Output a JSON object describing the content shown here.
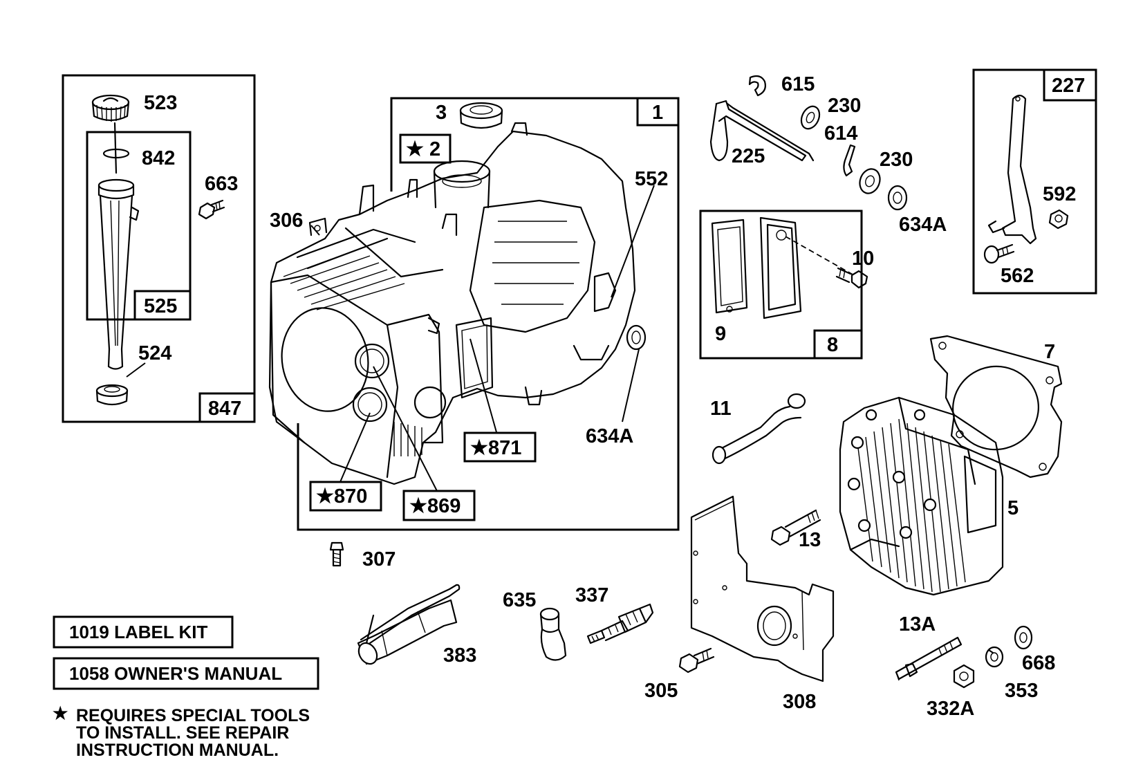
{
  "callouts": {
    "p523": "523",
    "p842": "842",
    "p663": "663",
    "p525": "525",
    "p524": "524",
    "p847": "847",
    "p1": "1",
    "p3": "3",
    "p2": "★ 2",
    "p306": "306",
    "p552": "552",
    "p634A_a": "634A",
    "p871": "★871",
    "p870": "★870",
    "p869": "★869",
    "p307": "307",
    "p615": "615",
    "p230_a": "230",
    "p614": "614",
    "p225": "225",
    "p230_b": "230",
    "p634A_b": "634A",
    "p227": "227",
    "p592": "592",
    "p562": "562",
    "p9": "9",
    "p8": "8",
    "p10": "10",
    "p7": "7",
    "p11": "11",
    "p5": "5",
    "p13": "13",
    "p635": "635",
    "p337": "337",
    "p383": "383",
    "p305": "305",
    "p308": "308",
    "p13A": "13A",
    "p668": "668",
    "p353": "353",
    "p332A": "332A"
  },
  "info_boxes": {
    "label_kit": "1019 LABEL KIT",
    "owners_manual": "1058 OWNER'S MANUAL"
  },
  "note": {
    "star": "★",
    "line1": "REQUIRES SPECIAL TOOLS",
    "line2": "TO INSTALL.  SEE REPAIR",
    "line3": "INSTRUCTION MANUAL."
  }
}
